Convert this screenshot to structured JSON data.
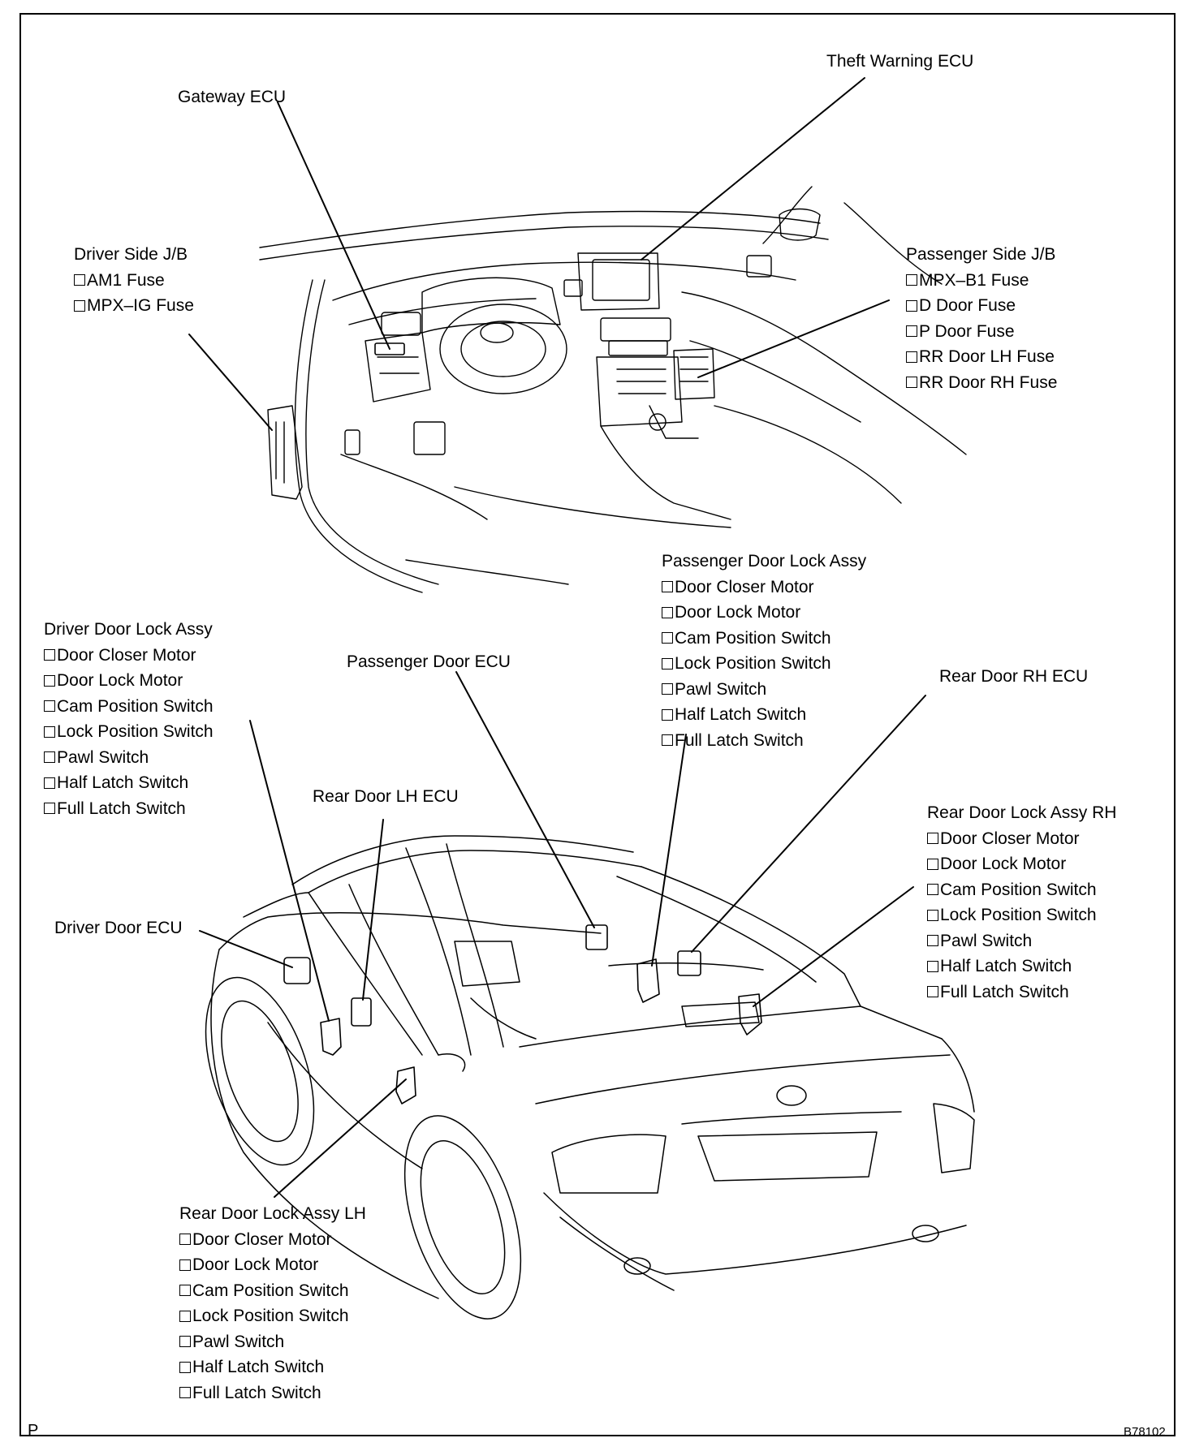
{
  "labels": {
    "theft_warning_ecu": "Theft Warning ECU",
    "gateway_ecu": "Gateway ECU",
    "passenger_door_ecu": "Passenger Door ECU",
    "rear_door_rh_ecu": "Rear Door RH ECU",
    "rear_door_lh_ecu": "Rear Door LH ECU",
    "driver_door_ecu": "Driver Door ECU"
  },
  "driver_jb": {
    "title": "Driver Side J/B",
    "items": [
      "AM1 Fuse",
      "MPX–IG Fuse"
    ]
  },
  "passenger_jb": {
    "title": "Passenger Side J/B",
    "items": [
      "MPX–B1 Fuse",
      "D Door Fuse",
      "P Door Fuse",
      "RR Door LH Fuse",
      "RR Door RH Fuse"
    ]
  },
  "passenger_door_lock": {
    "title": "Passenger Door Lock Assy",
    "items": [
      "Door Closer Motor",
      "Door Lock Motor",
      "Cam Position Switch",
      "Lock Position Switch",
      "Pawl Switch",
      "Half Latch Switch",
      "Full Latch Switch"
    ]
  },
  "driver_door_lock": {
    "title": "Driver Door Lock Assy",
    "items": [
      "Door Closer Motor",
      "Door Lock Motor",
      "Cam Position Switch",
      "Lock Position Switch",
      "Pawl Switch",
      "Half Latch Switch",
      "Full Latch Switch"
    ]
  },
  "rear_door_lock_rh": {
    "title": "Rear Door Lock Assy RH",
    "items": [
      "Door Closer Motor",
      "Door Lock Motor",
      "Cam Position Switch",
      "Lock Position Switch",
      "Pawl Switch",
      "Half Latch Switch",
      "Full Latch Switch"
    ]
  },
  "rear_door_lock_lh": {
    "title": "Rear Door Lock Assy LH",
    "items": [
      "Door Closer Motor",
      "Door Lock Motor",
      "Cam Position Switch",
      "Lock Position Switch",
      "Pawl Switch",
      "Half Latch Switch",
      "Full Latch Switch"
    ]
  },
  "footer": {
    "left": "P",
    "right": "B78102"
  },
  "colors": {
    "line": "#000000",
    "background": "#ffffff"
  }
}
